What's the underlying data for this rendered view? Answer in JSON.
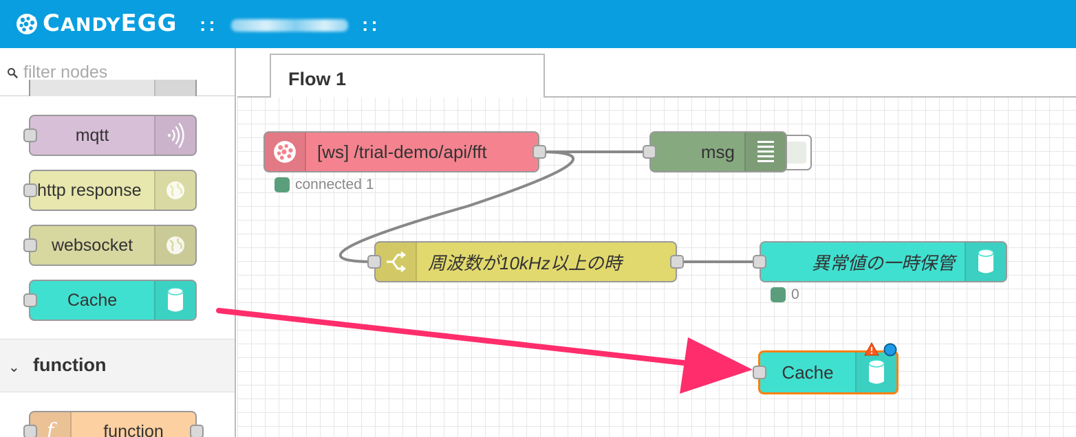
{
  "header": {
    "brand_a": "C",
    "brand_b": "ANDY",
    "brand_c": "EGG",
    "separator_left": "::",
    "separator_right": "::"
  },
  "palette": {
    "filter_placeholder": "filter nodes",
    "nodes": [
      {
        "label": "mqtt",
        "color": "#d8bfd8",
        "icon": "wireless-icon"
      },
      {
        "label": "http response",
        "color": "#e7e7ae",
        "icon": "globe-icon"
      },
      {
        "label": "websocket",
        "color": "#d7d7a0",
        "icon": "globe-icon"
      },
      {
        "label": "Cache",
        "color": "#40e0d0",
        "icon": "cylinder-icon"
      }
    ],
    "category_function": "function",
    "function_node": {
      "label": "function",
      "color": "#fdd0a2",
      "icon": "function-icon"
    }
  },
  "workspace": {
    "tab": "Flow 1",
    "nodes": {
      "ws_in": {
        "label": "[ws] /trial-demo/api/fft",
        "color": "#f4838f",
        "status": "connected 1"
      },
      "debug": {
        "label": "msg",
        "color": "#87a980"
      },
      "switch": {
        "label": "周波数が10kHz以上の時",
        "color": "#e2d96e"
      },
      "cache_store": {
        "label": "異常値の一時保管",
        "color": "#40e0d0",
        "status": "0"
      },
      "cache_new": {
        "label": "Cache",
        "color": "#40e0d0",
        "selected_border": "#ff7f0e"
      }
    }
  },
  "annotation": {
    "arrow_color": "#ff2d6b"
  }
}
